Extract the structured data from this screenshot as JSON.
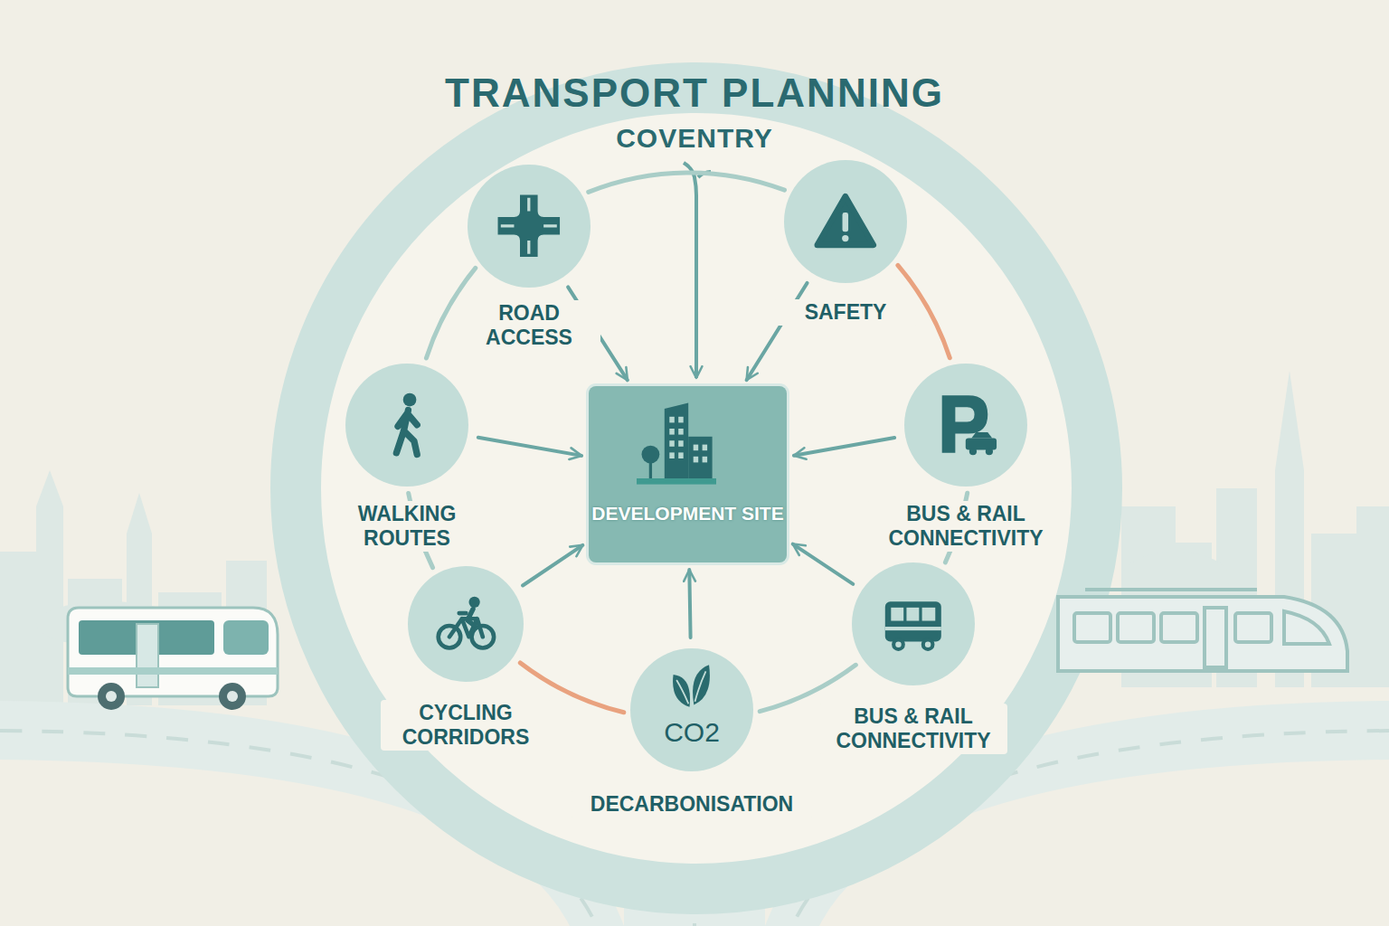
{
  "diagram": {
    "title": "TRANSPORT PLANNING",
    "nodes": [
      {
        "text": [
          "ROAD ACCESS"
        ]
      },
      {
        "text": [
          "SAFETY"
        ]
      },
      {
        "text": [
          "WALKING ROUTES"
        ]
      },
      {
        "text": [
          "DEVELOPMENT SITE"
        ]
      },
      {
        "text": [
          "BUS & RAIL CONNECTIVITY"
        ]
      },
      {
        "text": [
          "CYCLING CORRIDORS"
        ]
      },
      {
        "text": [
          "BUS & RAIL CONNECTIVITY"
        ]
      },
      {
        "text": [
          "CO2",
          "DECARBONISATION"
        ]
      }
    ],
    "edges": [
      {
        "from": 0,
        "to": 3,
        "arrow": "to"
      },
      {
        "from": 1,
        "to": 3,
        "arrow": "to"
      },
      {
        "from": 2,
        "to": 3,
        "arrow": "to"
      },
      {
        "from": 4,
        "to": 3,
        "arrow": "to"
      },
      {
        "from": 5,
        "to": 3,
        "arrow": "to"
      },
      {
        "from": 6,
        "to": 3,
        "arrow": "to"
      },
      {
        "from": 7,
        "to": 3,
        "arrow": "to"
      },
      {
        "from": 0,
        "to": 1,
        "arrow": "none"
      },
      {
        "from": 1,
        "to": 4,
        "arrow": "none"
      },
      {
        "from": 4,
        "to": 6,
        "arrow": "none"
      },
      {
        "from": 6,
        "to": 7,
        "arrow": "none"
      },
      {
        "from": 7,
        "to": 5,
        "arrow": "none"
      },
      {
        "from": 5,
        "to": 2,
        "arrow": "none"
      },
      {
        "from": 2,
        "to": 0,
        "arrow": "none"
      }
    ],
    "labels": [
      "COVENTRY"
    ]
  }
}
